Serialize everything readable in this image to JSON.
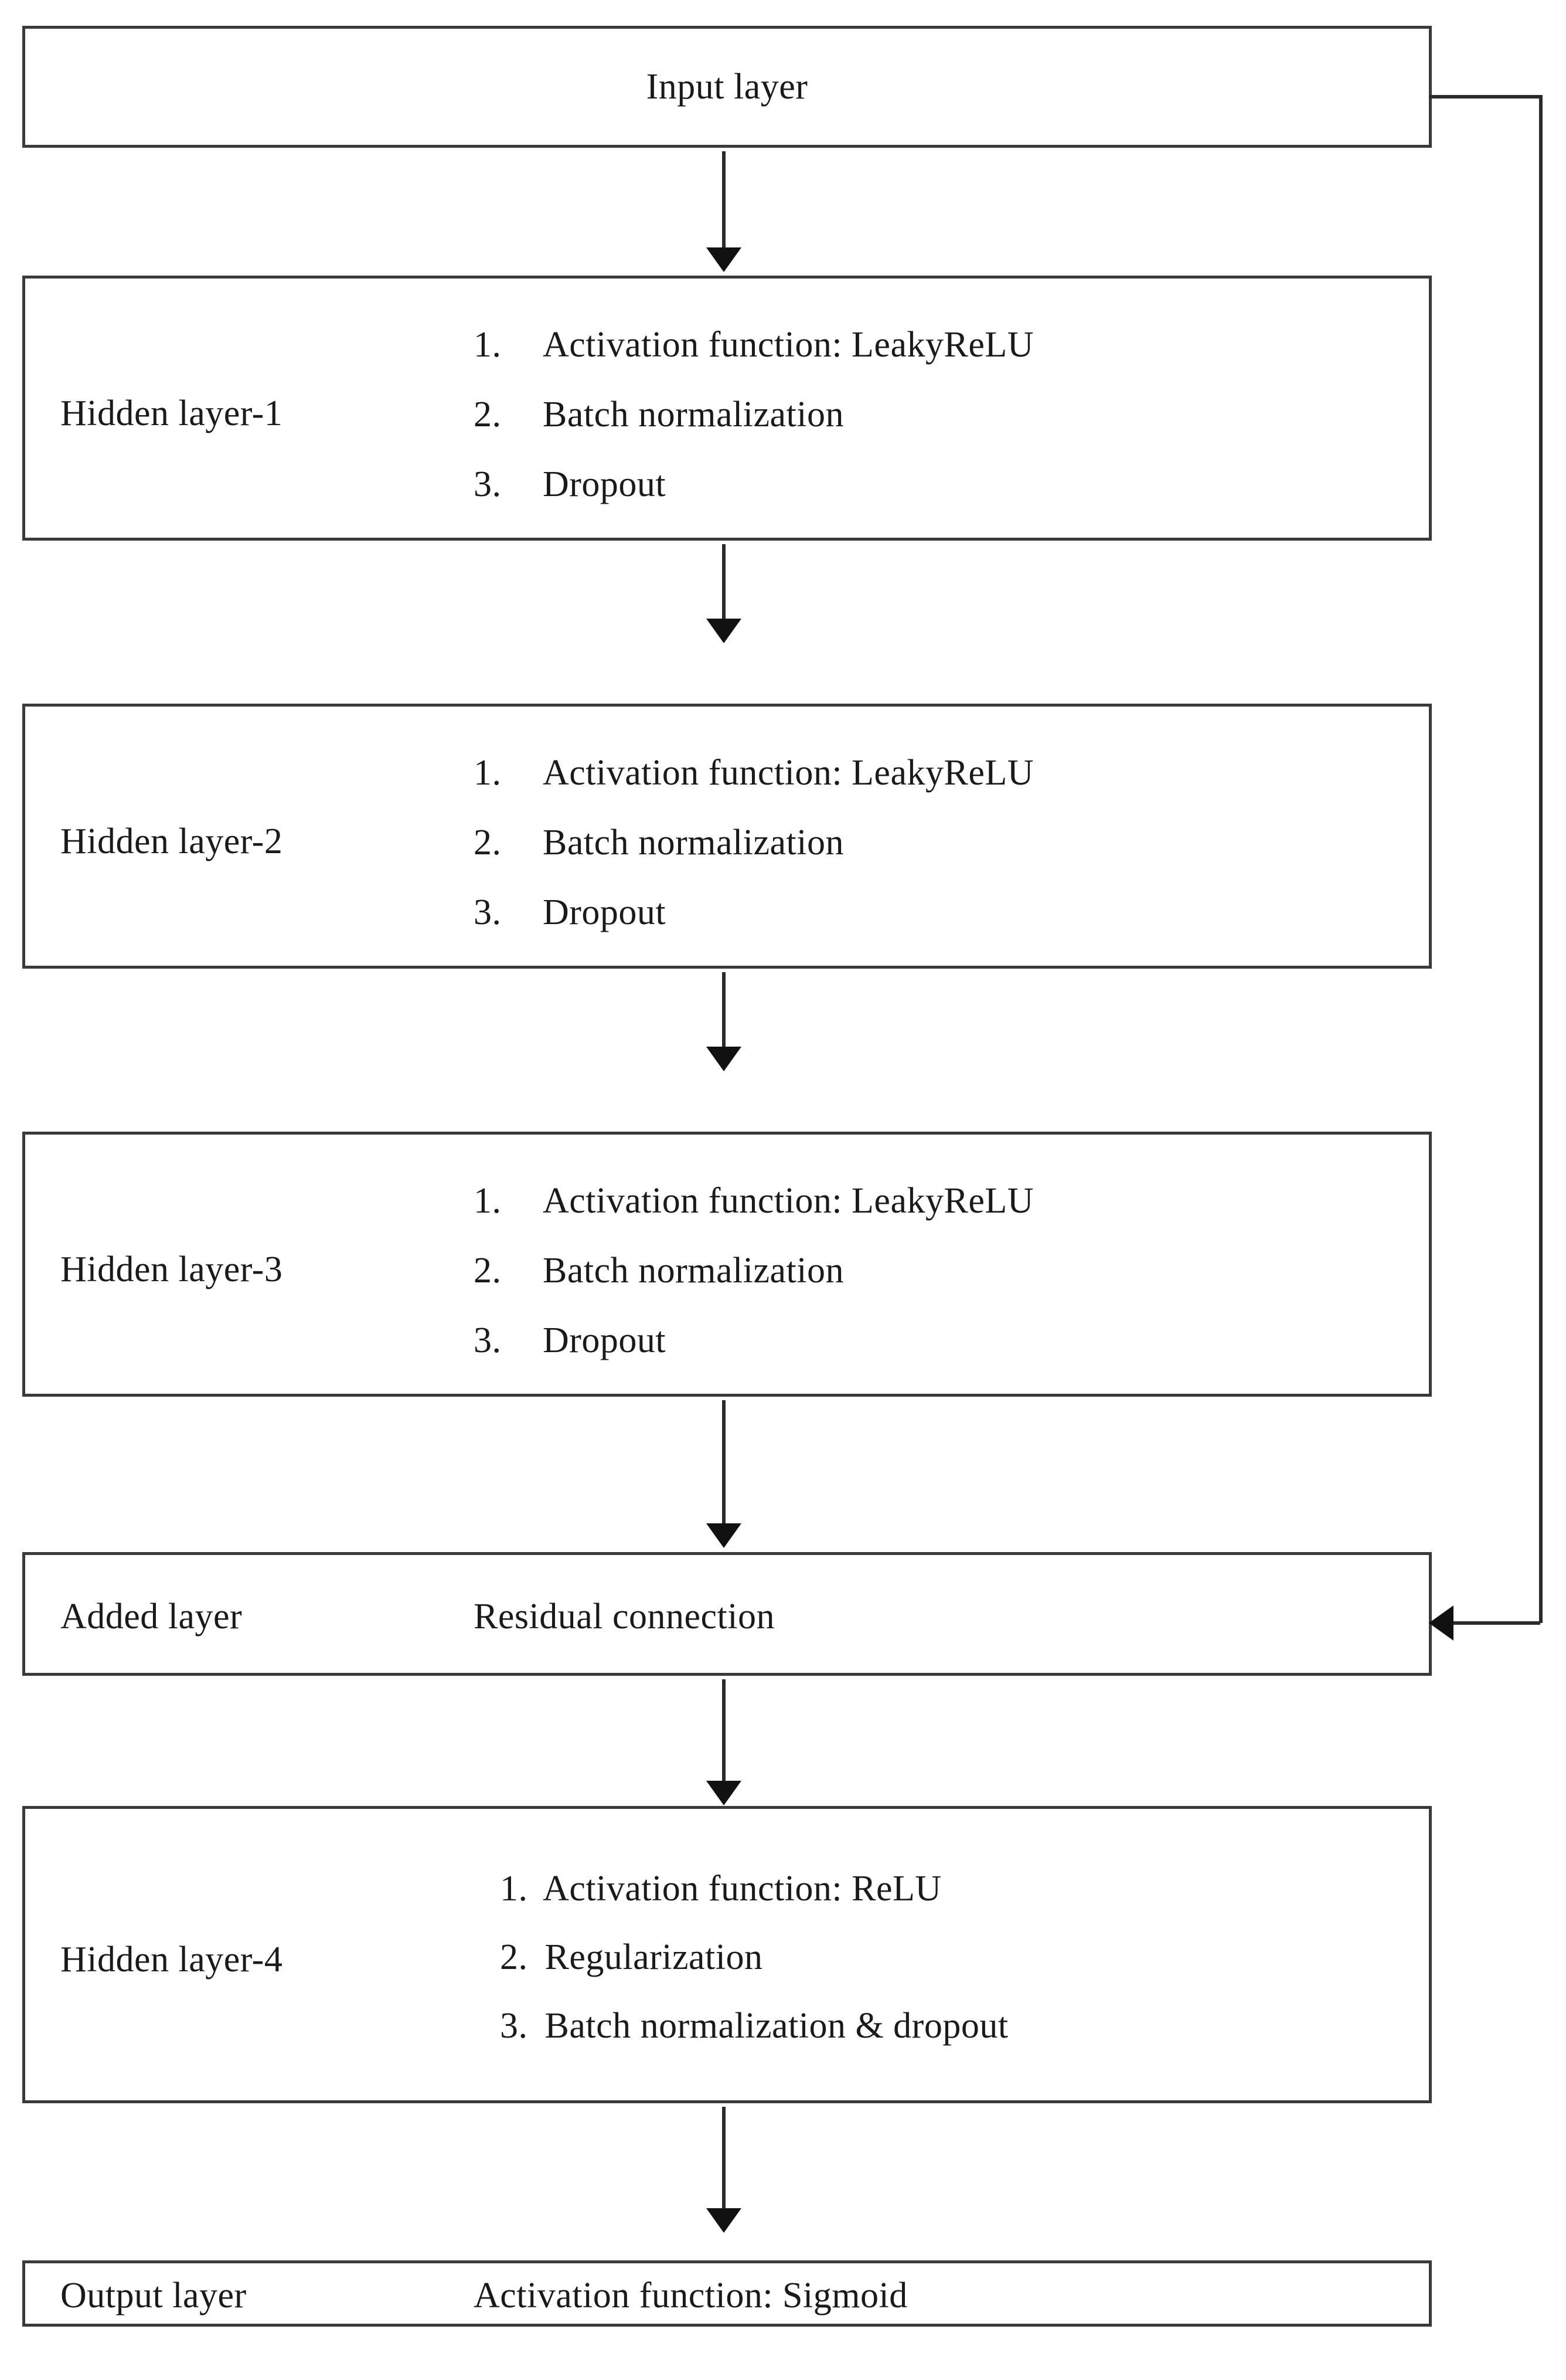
{
  "diagram": {
    "title": "Neural network architecture flowchart",
    "colors": {
      "box_border": "#3a3a3a",
      "connector": "#2b2b2b",
      "background": "#ffffff",
      "text": "#1a1a1a"
    },
    "nodes": [
      {
        "id": "input-layer",
        "name": "Input layer",
        "style": "centered-title",
        "details": []
      },
      {
        "id": "hidden-layer-1",
        "name": "Hidden layer-1",
        "style": "numbered-list-wide",
        "details": [
          {
            "num": "1.",
            "text": "Activation function: LeakyReLU"
          },
          {
            "num": "2.",
            "text": "Batch normalization"
          },
          {
            "num": "3.",
            "text": "Dropout"
          }
        ]
      },
      {
        "id": "hidden-layer-2",
        "name": "Hidden layer-2",
        "style": "numbered-list-wide",
        "details": [
          {
            "num": "1.",
            "text": "Activation function: LeakyReLU"
          },
          {
            "num": "2.",
            "text": "Batch normalization"
          },
          {
            "num": "3.",
            "text": "Dropout"
          }
        ]
      },
      {
        "id": "hidden-layer-3",
        "name": "Hidden layer-3",
        "style": "numbered-list-wide",
        "details": [
          {
            "num": "1.",
            "text": "Activation function: LeakyReLU"
          },
          {
            "num": "2.",
            "text": "Batch normalization"
          },
          {
            "num": "3.",
            "text": "Dropout"
          }
        ]
      },
      {
        "id": "added-layer",
        "name": "Added layer",
        "style": "inline-detail",
        "detail": "Residual connection",
        "details": []
      },
      {
        "id": "hidden-layer-4",
        "name": "Hidden layer-4",
        "style": "numbered-list-tight",
        "details": [
          {
            "num": "1.",
            "text": "Activation function: ReLU"
          },
          {
            "num": "2.",
            "text": "Regularization"
          },
          {
            "num": "3.",
            "text": "Batch normalization & dropout"
          }
        ]
      },
      {
        "id": "output-layer",
        "name": "Output layer",
        "style": "inline-detail",
        "detail": "Activation function: Sigmoid",
        "details": []
      }
    ],
    "edges": [
      {
        "id": "edge-input-to-h1",
        "from": "input-layer",
        "to": "hidden-layer-1",
        "kind": "arrow-down"
      },
      {
        "id": "edge-h1-to-h2",
        "from": "hidden-layer-1",
        "to": "hidden-layer-2",
        "kind": "arrow-down"
      },
      {
        "id": "edge-h2-to-h3",
        "from": "hidden-layer-2",
        "to": "hidden-layer-3",
        "kind": "arrow-down"
      },
      {
        "id": "edge-h3-to-added",
        "from": "hidden-layer-3",
        "to": "added-layer",
        "kind": "arrow-down"
      },
      {
        "id": "edge-added-to-h4",
        "from": "added-layer",
        "to": "hidden-layer-4",
        "kind": "arrow-down"
      },
      {
        "id": "edge-h4-to-output",
        "from": "hidden-layer-4",
        "to": "output-layer",
        "kind": "arrow-down"
      },
      {
        "id": "edge-residual-skip",
        "from": "input-layer",
        "to": "added-layer",
        "kind": "skip-connection-right"
      }
    ]
  }
}
